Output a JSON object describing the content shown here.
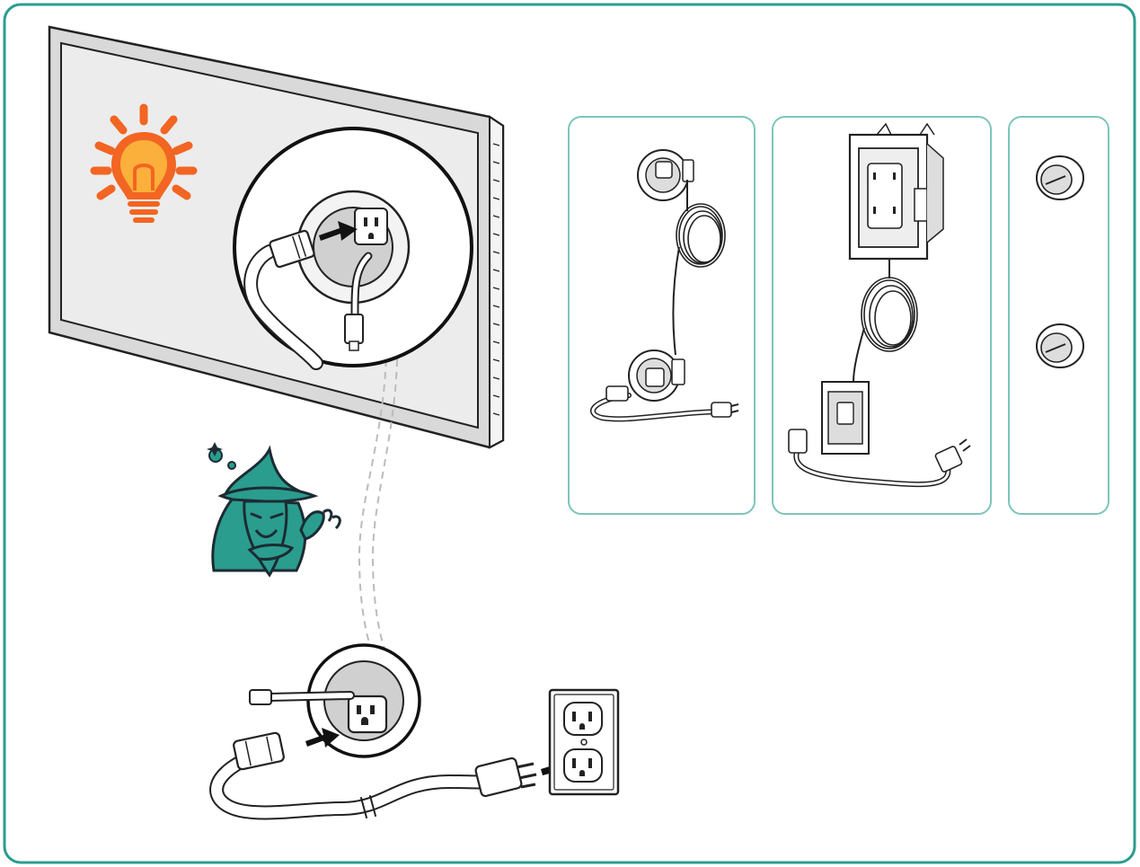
{
  "colors": {
    "frame": "#2a9d8f",
    "panel_border": "#7cc5bb",
    "tv_fill": "#e8e8e8",
    "line": "#222222",
    "bulb_orange": "#f26522",
    "bulb_yellow": "#fbb03b",
    "wizard_teal": "#2a9d8f",
    "wizard_dark": "#1d2b33",
    "arrow_black": "#111111"
  },
  "icons": {
    "tip": "lightbulb-icon",
    "mascot": "wizard-icon",
    "outlet": "wall-outlet-icon",
    "plug": "power-plug-icon",
    "arrow": "insert-arrow-icon"
  },
  "panels": [
    {
      "name": "in-wall-kit-panel",
      "content": "recessed-receptacles-with-coiled-cord"
    },
    {
      "name": "recessed-box-kit-panel",
      "content": "recessed-outlet-box-with-cord"
    },
    {
      "name": "cable-grommet-panel",
      "content": "two-round-grommets"
    }
  ]
}
